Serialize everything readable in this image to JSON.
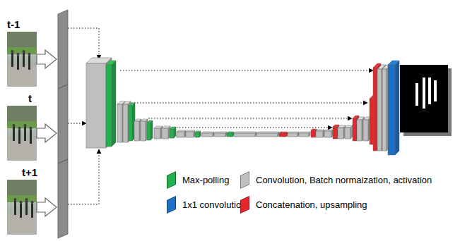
{
  "diagram": {
    "labels": [
      "t-1",
      "t",
      "t+1"
    ],
    "legend": [
      {
        "text": "Max-polling",
        "color": "#22b14c"
      },
      {
        "text": "Convolution, Batch normaization, activation",
        "color": "#bfbfbf"
      },
      {
        "text": "1x1 convolution",
        "color": "#1f6fc4"
      },
      {
        "text": "Concatenation, upsampling",
        "color": "#e5262b"
      }
    ]
  }
}
